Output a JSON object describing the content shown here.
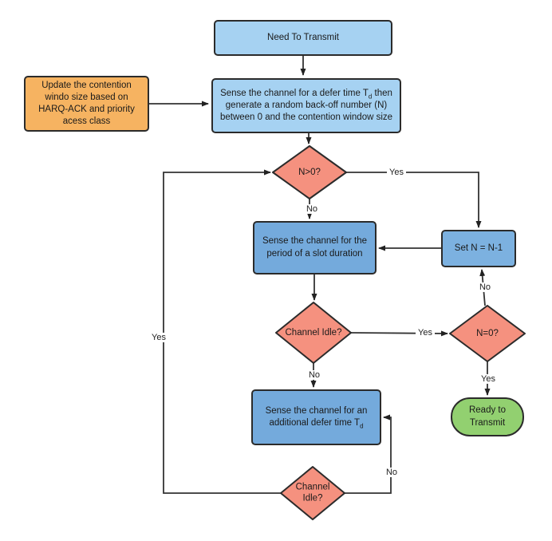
{
  "diagram": {
    "background_color": "#ffffff",
    "line_color": "#333333",
    "border_color": "#2b2b2b",
    "nodes": {
      "need": {
        "label": "Need To Transmit",
        "fill": "#a6d2f2"
      },
      "update_cw": {
        "label": "Update the contention windo size based on HARQ-ACK and priority acess class",
        "fill": "#f6b361"
      },
      "sense_defer": {
        "text_before_sub": "Sense the channel for a defer time T",
        "sub": "d",
        "text_after_sub": " then generate a random back-off number (N) between 0 and the contention window size",
        "fill": "#a6d2f2"
      },
      "n_gt_0": {
        "label": "N>0?",
        "fill": "#f5917f"
      },
      "sense_slot": {
        "label": "Sense the channel for the period of a slot duration",
        "fill": "#74aadc"
      },
      "set_n": {
        "label": "Set N = N-1",
        "fill": "#7cb1e0"
      },
      "channel_idle_1": {
        "label": "Channel Idle?",
        "fill": "#f5917f"
      },
      "n_eq_0": {
        "label": "N=0?",
        "fill": "#f5917f"
      },
      "ready": {
        "label": "Ready to Transmit",
        "fill": "#92d070"
      },
      "sense_additional": {
        "text_before_sub": "Sense the channel for an additional defer time T",
        "sub": "d",
        "fill": "#74aadc"
      },
      "channel_idle_2": {
        "label": "Channel Idle?",
        "fill": "#f5917f"
      }
    },
    "edge_labels": {
      "n_gt_0_yes": "Yes",
      "n_gt_0_no": "No",
      "idle1_yes": "Yes",
      "idle1_no": "No",
      "n_eq_0_no": "No",
      "n_eq_0_yes": "Yes",
      "idle2_no": "No",
      "idle2_yes": "Yes"
    }
  }
}
